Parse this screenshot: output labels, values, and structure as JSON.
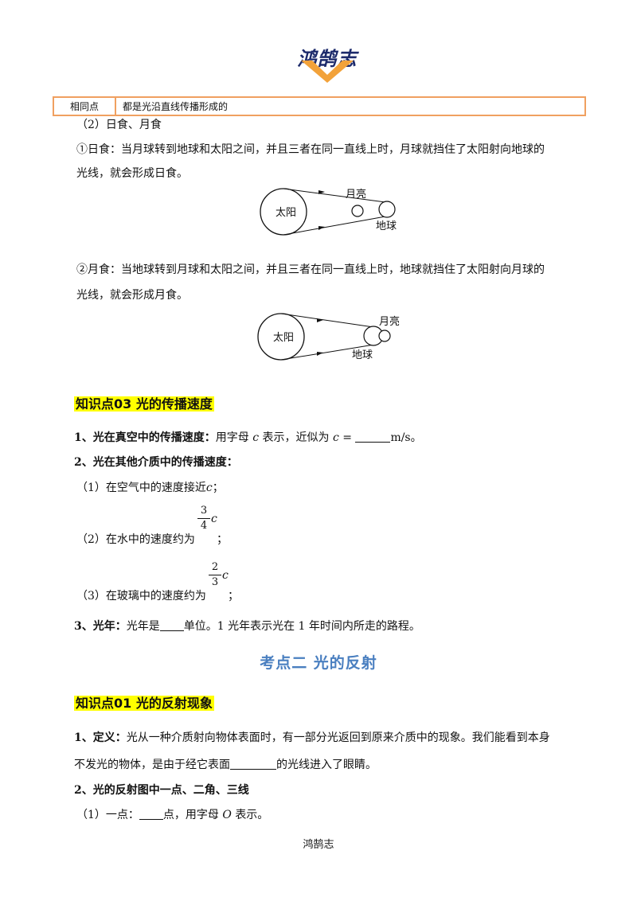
{
  "header": {
    "logo_text": "鸿鹄志"
  },
  "table": {
    "label": "相同点",
    "value": "都是光沿直线传播形成的"
  },
  "eclipse": {
    "subtitle": "（2）日食、月食",
    "solar_line1": "①日食：当月球转到地球和太阳之间，并且三者在同一直线上时，月球就挡住了太阳射向地球的",
    "solar_line2": "光线，就会形成日食。",
    "lunar_line1": "②月食：当地球转到月球和太阳之间，并且三者在同一直线上时，地球就挡住了太阳射向月球的",
    "lunar_line2": "光线，就会形成月食。",
    "diagram_solar": {
      "sun": "太阳",
      "moon": "月亮",
      "earth": "地球"
    },
    "diagram_lunar": {
      "sun": "太阳",
      "moon": "月亮",
      "earth": "地球"
    }
  },
  "kp03": {
    "heading": "知识点03  光的传播速度",
    "item1_bold": "1、光在真空中的传播速度：",
    "item1_text": "用字母",
    "item1_var": "c",
    "item1_text2": "表示，近似为",
    "item1_var2": "c",
    "item1_eq": "=",
    "item1_unit": "m/s。",
    "item2_bold": "2、光在其他介质中的传播速度：",
    "sub1": "（1）在空气中的速度接近",
    "sub1_var": "c",
    "sub1_end": "；",
    "sub2": "（2）在水中的速度约为",
    "sub2_num": "3",
    "sub2_den": "4",
    "sub2_var": "c",
    "sub2_end": "；",
    "sub3": "（3）在玻璃中的速度约为",
    "sub3_num": "2",
    "sub3_den": "3",
    "sub3_var": "c",
    "sub3_end": "；",
    "item3_bold": "3、光年：",
    "item3_text1": "光年是",
    "item3_text2": "单位。1 光年表示光在 1 年时间内所走的路程。"
  },
  "section2": {
    "title": "考点二    光的反射"
  },
  "kp01": {
    "heading": "知识点01  光的反射现象",
    "def_bold": "1、定义：",
    "def_text1": "光从一种介质射向物体表面时，有一部分光返回到原来介质中的现象。我们能看到本身",
    "def_text2a": "不发光的物体，是由于经它表面",
    "def_text2b": "的光线进入了眼睛。",
    "item2_bold": "2、光的反射图中一点、二角、三线",
    "sub1a": "（1）一点：",
    "sub1b": "点，用字母",
    "sub1_var": "O",
    "sub1c": "表示。"
  },
  "footer": {
    "text": "鸿鹄志"
  }
}
